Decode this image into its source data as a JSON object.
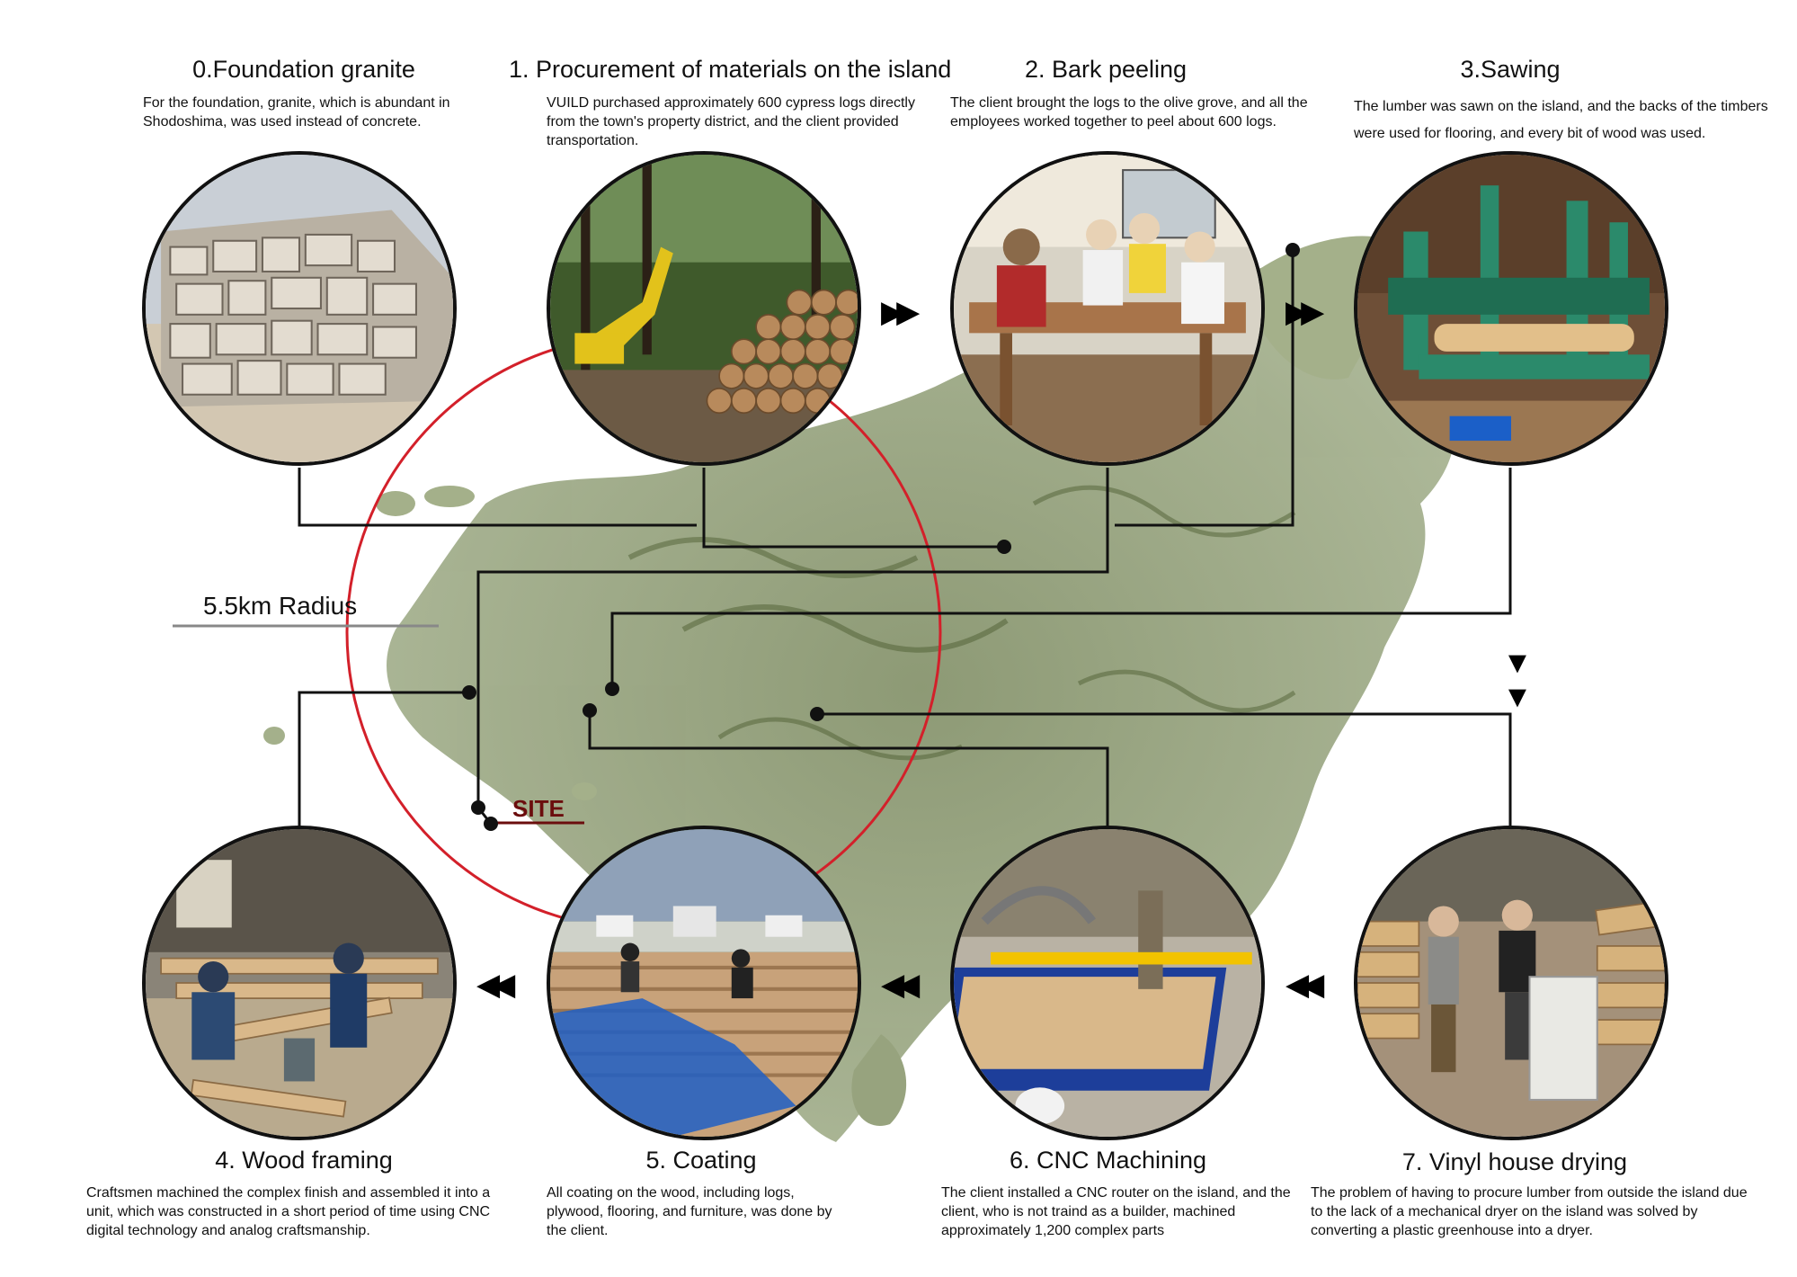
{
  "radius_label": "5.5km Radius",
  "site_label": "SITE",
  "colors": {
    "radius_circle": "#d3202a",
    "connector": "#111111",
    "site_label": "#6b0d0d",
    "island_land": "#7e8f5e",
    "island_sea": "#ffffff"
  },
  "steps": [
    {
      "id": 0,
      "title": "0.Foundation granite",
      "description": "For the foundation, granite, which is abundant in Shodoshima, was used instead of concrete.",
      "photo": "granite stone wall"
    },
    {
      "id": 1,
      "title": "1. Procurement of materials on the island",
      "description": "VUILD purchased approximately 600 cypress logs directly from the town's property district, and the client provided transportation.",
      "photo": "excavator and stacked cypress logs"
    },
    {
      "id": 2,
      "title": "2. Bark peeling",
      "description": "The client brought the logs to the olive grove, and all the employees worked together to peel about 600 logs.",
      "photo": "people peeling bark from logs"
    },
    {
      "id": 3,
      "title": "3.Sawing",
      "description": "The lumber was sawn on the island, and the backs of the timbers were used for flooring, and every bit of wood was used.",
      "photo": "sawmill with log"
    },
    {
      "id": 4,
      "title": "4. Wood framing",
      "description": "Craftsmen machined the complex finish and assembled it into a unit, which was constructed in a short period of time using CNC digital technology and analog craftsmanship.",
      "photo": "workers assembling timber frame"
    },
    {
      "id": 5,
      "title": "5. Coating",
      "description": "All coating on the wood, including logs, plywood, flooring, and furniture, was done by the client.",
      "photo": "people coating lumber on blue tarps"
    },
    {
      "id": 6,
      "title": "6. CNC Machining",
      "description": "The client installed a CNC router on the island, and the client, who is not traind as a builder, machined approximately 1,200 complex parts",
      "photo": "CNC router machining wood"
    },
    {
      "id": 7,
      "title": "7. Vinyl house drying",
      "description": "The problem of having to procure lumber from outside the island due to the lack of a mechanical dryer on the island was solved by converting a plastic greenhouse into a dryer.",
      "photo": "two men in greenhouse dryer with lumber"
    }
  ],
  "flow_arrows": {
    "right": "▶▶",
    "left": "◀◀",
    "down": "▼▼"
  }
}
